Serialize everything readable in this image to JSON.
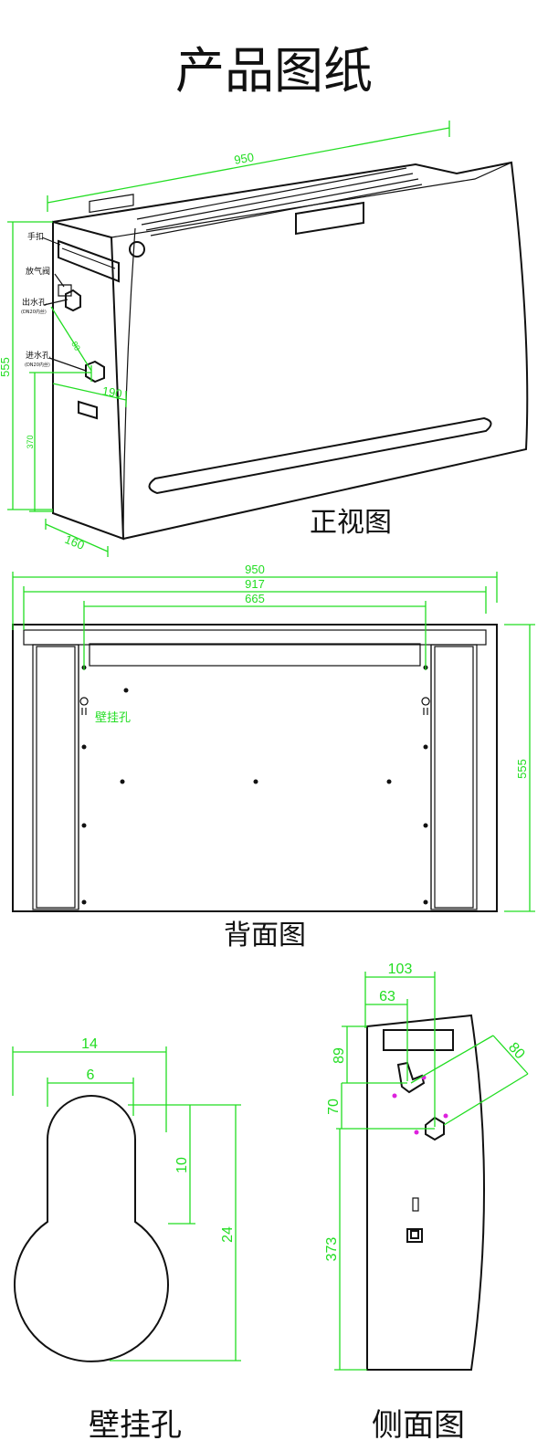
{
  "title": "产品图纸",
  "views": {
    "front": {
      "caption": "正视图",
      "parts": {
        "handle": "手扣",
        "vent": "放气阀",
        "outlet": "出水孔",
        "outlet_sub": "(DN20内丝)",
        "inlet": "进水孔",
        "inlet_sub": "(DN20内丝)"
      },
      "dims": {
        "width": "950",
        "height": "555",
        "depth": "160",
        "pipe_gap": "80",
        "pipe_offset": "190",
        "inlet_height": "370"
      }
    },
    "back": {
      "caption": "背面图",
      "hole_label": "壁挂孔",
      "dims": {
        "outer": "950",
        "inner": "917",
        "holes": "665",
        "height": "555"
      }
    },
    "hole": {
      "caption": "壁挂孔",
      "dims": {
        "outer": "14",
        "inner": "6",
        "slot": "10",
        "total": "24"
      }
    },
    "side": {
      "caption": "侧面图",
      "dims": {
        "depth": "103",
        "pipe_x": "63",
        "top": "89",
        "gap": "70",
        "bottom": "373",
        "diag": "80"
      }
    }
  }
}
